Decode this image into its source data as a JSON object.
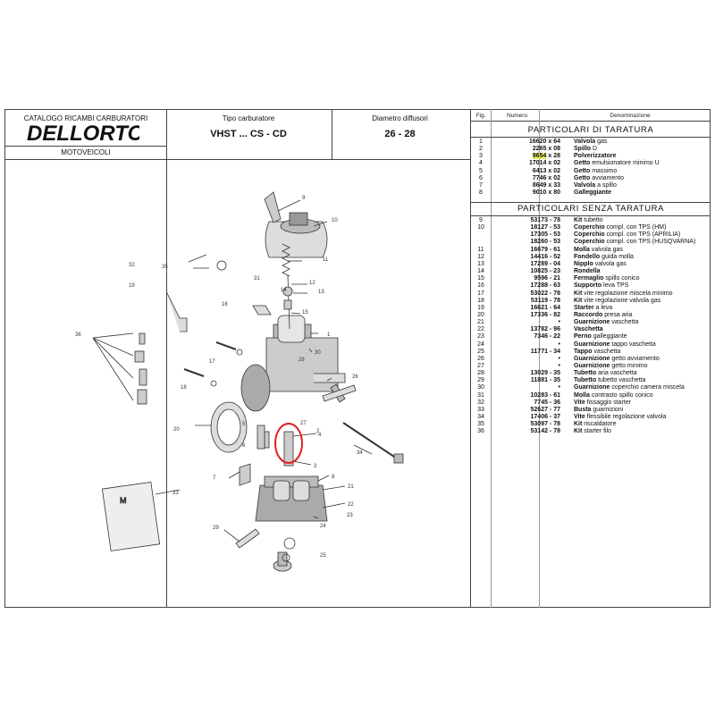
{
  "header": {
    "catalog": "CATALOGO RICAMBI CARBURATORI",
    "brand": "DELLORTO",
    "category": "MOTOVEICOLI",
    "type_label": "Tipo carburatore",
    "type_value": "VHST ... CS - CD",
    "diameter_label": "Diametro diffusori",
    "diameter_value": "26 - 28"
  },
  "table": {
    "col_fig": "Fig.",
    "col_num": "Numero",
    "col_den": "Denominazione",
    "section1": "PARTICOLARI DI TARATURA",
    "section2": "PARTICOLARI SENZA TARATURA",
    "rows1": [
      {
        "fig": "1",
        "num": "16620 x 64",
        "bold": "Valvola",
        "rest": " gas"
      },
      {
        "fig": "2",
        "num": "2265 x 08",
        "bold": "Spillo",
        "rest": " D"
      },
      {
        "fig": "3",
        "num": "9654 x 28",
        "bold": "Polverizzatore",
        "rest": ""
      },
      {
        "fig": "4",
        "num": "17014 x 02",
        "bold": "Getto",
        "rest": " emulsionatore minimo U"
      },
      {
        "fig": "5",
        "num": "6413 x 02",
        "bold": "Getto",
        "rest": " massimo"
      },
      {
        "fig": "6",
        "num": "7746 x 02",
        "bold": "Getto",
        "rest": " avviamento"
      },
      {
        "fig": "7",
        "num": "8649 x 33",
        "bold": "Valvola",
        "rest": " a spillo"
      },
      {
        "fig": "8",
        "num": "9010 x 80",
        "bold": "Galleggiante",
        "rest": ""
      }
    ],
    "rows2": [
      {
        "fig": "9",
        "num": "53173 - 78",
        "bold": "Kit",
        "rest": " tubetto"
      },
      {
        "fig": "10",
        "num": "18127 - 53",
        "bold": "Coperchio",
        "rest": " compl. con TPS (HM)"
      },
      {
        "fig": "",
        "num": "17305 - 53",
        "bold": "Coperchio",
        "rest": " compl. con TPS (APRILIA)"
      },
      {
        "fig": "",
        "num": "18260 - 53",
        "bold": "Coperchio",
        "rest": " compl. con TPS (HUSQVARNA)"
      },
      {
        "fig": "11",
        "num": "16679 - 61",
        "bold": "Molla",
        "rest": " valvola gas"
      },
      {
        "fig": "12",
        "num": "14416 - 52",
        "bold": "Fondello",
        "rest": " guida molla"
      },
      {
        "fig": "13",
        "num": "17289 - 04",
        "bold": "Nipplo",
        "rest": " valvola gas"
      },
      {
        "fig": "14",
        "num": "10825 - 23",
        "bold": "Rondella",
        "rest": ""
      },
      {
        "fig": "15",
        "num": "9596 - 21",
        "bold": "Fermaglio",
        "rest": " spillo conico"
      },
      {
        "fig": "16",
        "num": "17288 - 63",
        "bold": "Supporto",
        "rest": " leva TPS"
      },
      {
        "fig": "17",
        "num": "53022 - 78",
        "bold": "Kit",
        "rest": " vite regolazione miscela minimo"
      },
      {
        "fig": "18",
        "num": "53119 - 78",
        "bold": "Kit",
        "rest": " vite regolazione valvola gas"
      },
      {
        "fig": "19",
        "num": "16621 - 64",
        "bold": "Starter",
        "rest": " a leva"
      },
      {
        "fig": "20",
        "num": "17336 - 82",
        "bold": "Raccordo",
        "rest": " presa aria"
      },
      {
        "fig": "21",
        "num": "•",
        "bold": "Guarnizione",
        "rest": " vaschetta"
      },
      {
        "fig": "22",
        "num": "13782 - 96",
        "bold": "Vaschetta",
        "rest": ""
      },
      {
        "fig": "23",
        "num": "7346 - 22",
        "bold": "Perno",
        "rest": " galleggiante"
      },
      {
        "fig": "24",
        "num": "•",
        "bold": "Guarnizione",
        "rest": " tappo vaschetta"
      },
      {
        "fig": "25",
        "num": "11771 - 34",
        "bold": "Tappo",
        "rest": " vaschetta"
      },
      {
        "fig": "26",
        "num": "•",
        "bold": "Guarnizione",
        "rest": " getto avviamento"
      },
      {
        "fig": "27",
        "num": "•",
        "bold": "Guarnizione",
        "rest": " getto minimo"
      },
      {
        "fig": "28",
        "num": "13029 - 35",
        "bold": "Tubetto",
        "rest": " aria vaschetta"
      },
      {
        "fig": "29",
        "num": "11881 - 35",
        "bold": "Tubetto",
        "rest": " tubetto vaschetta"
      },
      {
        "fig": "30",
        "num": "•",
        "bold": "Guarnizione",
        "rest": " coperchio camera miscela"
      },
      {
        "fig": "31",
        "num": "10283 - 61",
        "bold": "Molla",
        "rest": " contrasto spillo conico"
      },
      {
        "fig": "32",
        "num": "7745 - 36",
        "bold": "Vite",
        "rest": " fissaggio starter"
      },
      {
        "fig": "33",
        "num": "52627 - 77",
        "bold": "Busta",
        "rest": " guarnizioni"
      },
      {
        "fig": "34",
        "num": "17406 - 37",
        "bold": "Vite",
        "rest": " flessibile regolazione valvola"
      },
      {
        "fig": "35",
        "num": "53097 - 78",
        "bold": "Kit",
        "rest": " riscaldatore"
      },
      {
        "fig": "36",
        "num": "53142 - 78",
        "bold": "Kit",
        "rest": " starter filo"
      }
    ]
  },
  "diagram": {
    "callouts": [
      "1",
      "2",
      "3",
      "4",
      "5",
      "6",
      "7",
      "8",
      "9",
      "10",
      "11",
      "12",
      "13",
      "14",
      "15",
      "16",
      "17",
      "18",
      "19",
      "20",
      "21",
      "22",
      "23",
      "24",
      "25",
      "26",
      "27",
      "28",
      "29",
      "30",
      "31",
      "32",
      "33",
      "34",
      "35",
      "36"
    ]
  },
  "colors": {
    "highlight": "#e8f060",
    "callout_circle": "#e02020",
    "line": "#444444"
  }
}
